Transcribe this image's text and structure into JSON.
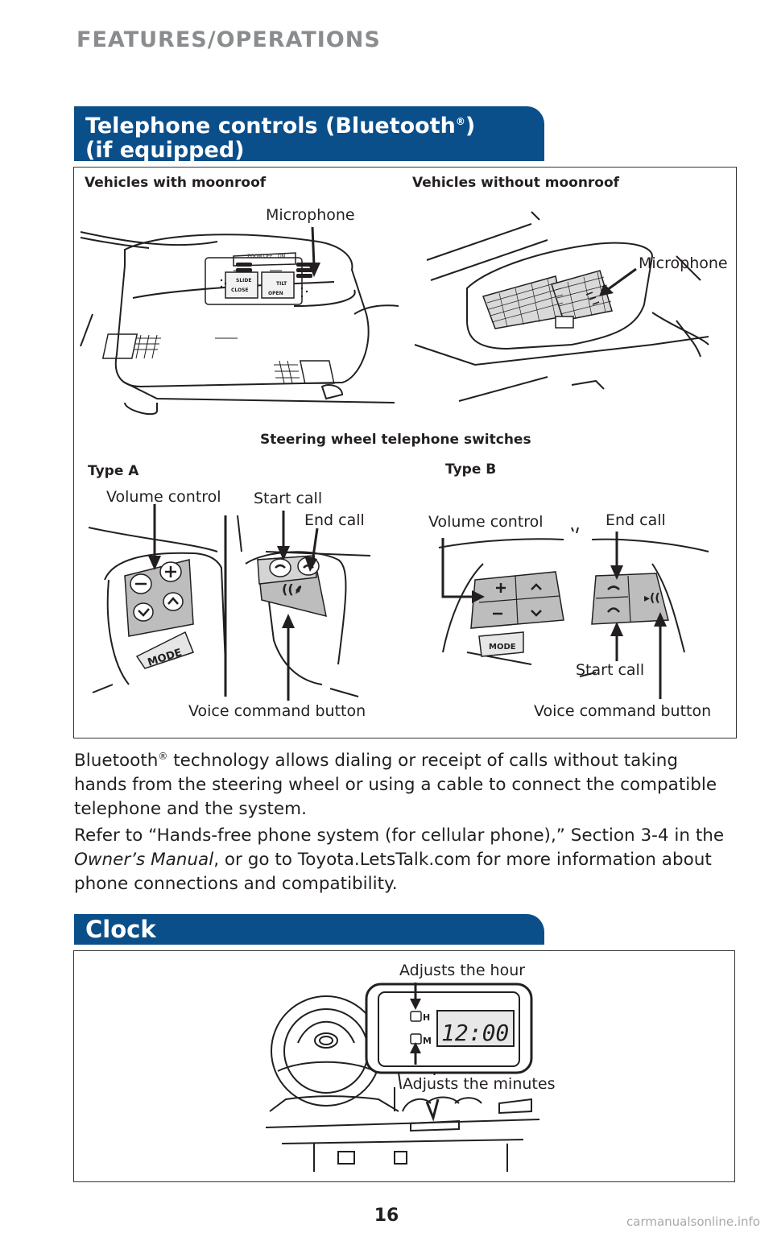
{
  "page": {
    "section_header": "FEATURES/OPERATIONS",
    "page_number": "16",
    "watermark": "carmanualsonline.info"
  },
  "telephone": {
    "title_line1": "Telephone controls (Bluetooth",
    "title_reg": "®",
    "title_line1_end": ")",
    "title_line2": "(if equipped)",
    "with_moonroof": "Vehicles with moonroof",
    "without_moonroof": "Vehicles without moonroof",
    "microphone_left": "Microphone",
    "microphone_right": "Microphone",
    "overhead_left_labels": [
      "ZOOM",
      "OFF",
      "ON",
      "SLIDE",
      "TILT",
      "CLOSE",
      "OPEN"
    ],
    "steering_title": "Steering wheel telephone switches",
    "type_a": {
      "label": "Type A",
      "volume_control": "Volume control",
      "start_call": "Start call",
      "end_call": "End call",
      "voice_command": "Voice command button",
      "mode": "MODE"
    },
    "type_b": {
      "label": "Type B",
      "volume_control": "Volume control",
      "end_call": "End call",
      "start_call": "Start call",
      "voice_command": "Voice command button",
      "mode": "MODE"
    },
    "para1_a": "Bluetooth",
    "para1_reg": "®",
    "para1_b": " technology allows dialing or receipt of calls without taking hands from the steering wheel or using a cable to connect the compatible telephone and the system.",
    "para2_a": "Refer to “Hands-free phone system (for cellular phone),” Section 3-4 in the ",
    "para2_em": "Owner’s Manual",
    "para2_b": ", or go to Toyota.LetsTalk.com for more information about phone connections and compatibility."
  },
  "clock": {
    "title": "Clock",
    "adjust_hour": "Adjusts the hour",
    "adjust_minutes": "Adjusts the minutes",
    "display_time": "12:00",
    "hour_button": "H",
    "minute_button": "M"
  },
  "colors": {
    "banner": "#0b4f8a",
    "header_gray": "#8a8c8e"
  }
}
